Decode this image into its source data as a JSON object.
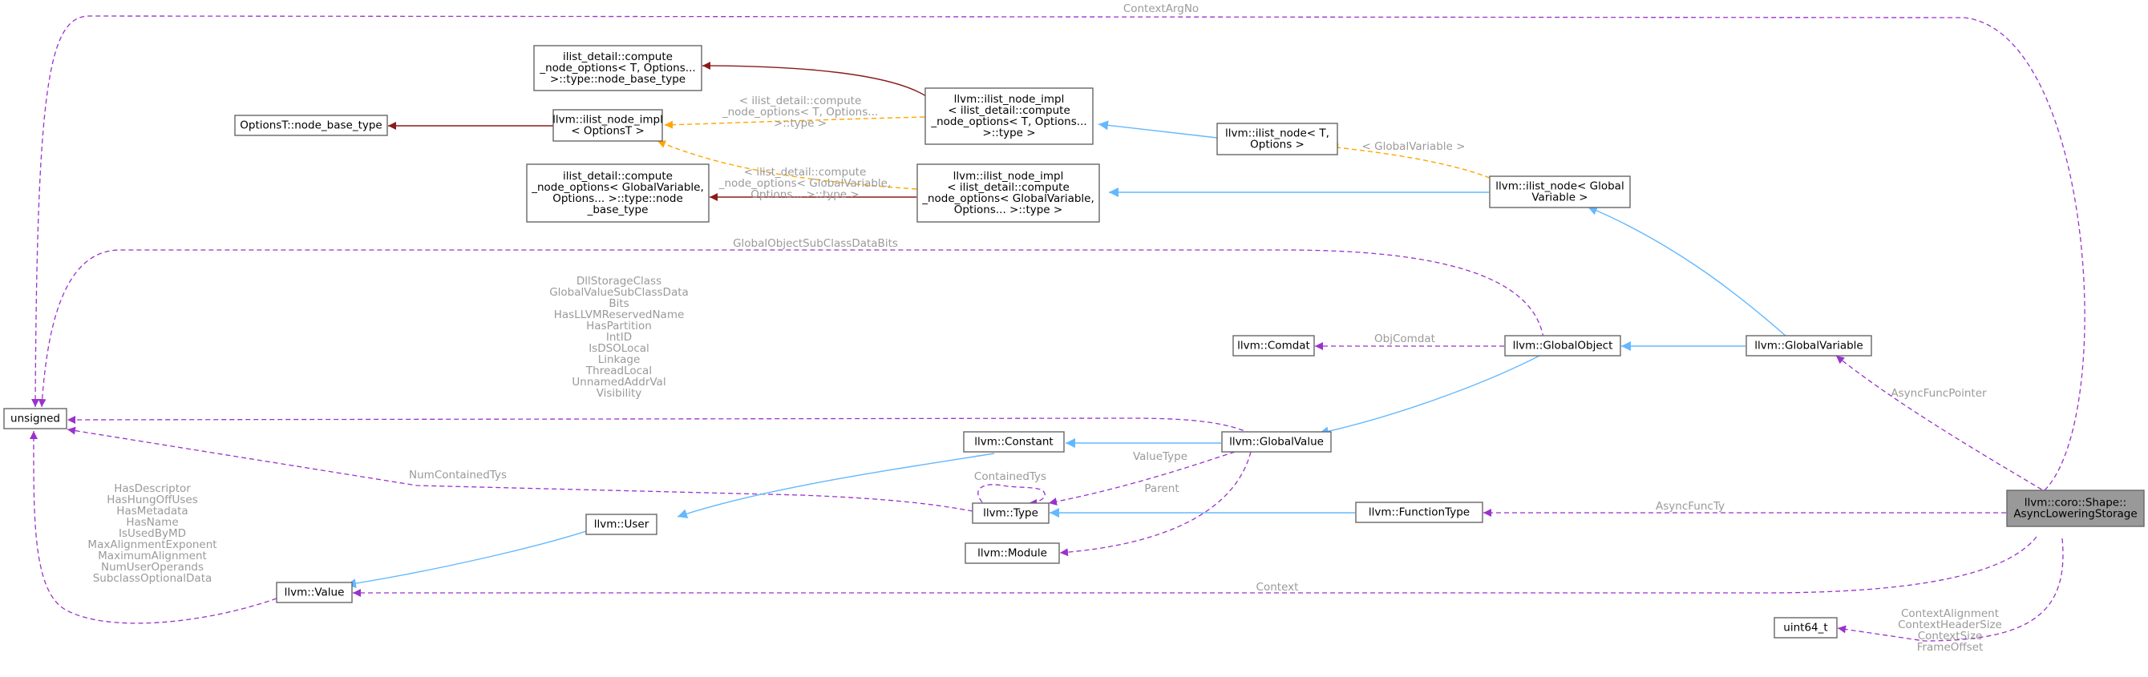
{
  "nodes": {
    "unsigned": [
      "unsigned"
    ],
    "value": [
      "llvm::Value"
    ],
    "user": [
      "llvm::User"
    ],
    "constant": [
      "llvm::Constant"
    ],
    "type": [
      "llvm::Type"
    ],
    "module": [
      "llvm::Module"
    ],
    "globalvalue": [
      "llvm::GlobalValue"
    ],
    "comdat": [
      "llvm::Comdat"
    ],
    "globalobject": [
      "llvm::GlobalObject"
    ],
    "globalvariable": [
      "llvm::GlobalVariable"
    ],
    "functiontype": [
      "llvm::FunctionType"
    ],
    "uint64": [
      "uint64_t"
    ],
    "main": [
      "llvm::coro::Shape::",
      "AsyncLoweringStorage"
    ],
    "optionst": [
      "OptionsT::node_base_type"
    ],
    "ilist_impl_opt": [
      "llvm::ilist_node_impl",
      "< OptionsT >"
    ],
    "compute_t": [
      "ilist_detail::compute",
      "_node_options< T, Options...",
      ">::type::node_base_type"
    ],
    "compute_gv": [
      "ilist_detail::compute",
      "_node_options< GlobalVariable,",
      "Options... >::type::node",
      "_base_type"
    ],
    "ilist_impl_t": [
      "llvm::ilist_node_impl",
      "< ilist_detail::compute",
      "_node_options< T, Options...",
      ">::type >"
    ],
    "ilist_impl_gv": [
      "llvm::ilist_node_impl",
      "< ilist_detail::compute",
      "_node_options< GlobalVariable,",
      "Options... >::type >"
    ],
    "ilist_node_t": [
      "llvm::ilist_node< T,",
      "Options >"
    ],
    "ilist_node_gv": [
      "llvm::ilist_node< Global",
      "Variable >"
    ]
  },
  "edge_labels": {
    "context_arg_no": [
      "ContextArgNo"
    ],
    "gobj_bits": [
      "GlobalObjectSubClassDataBits"
    ],
    "gvalue_fields": [
      "DllStorageClass",
      "GlobalValueSubClassData",
      "Bits",
      "HasLLVMReservedName",
      "HasPartition",
      "IntID",
      "IsDSOLocal",
      "Linkage",
      "ThreadLocal",
      "UnnamedAddrVal",
      "Visibility"
    ],
    "value_fields": [
      "HasDescriptor",
      "HasHungOffUses",
      "HasMetadata",
      "HasName",
      "IsUsedByMD",
      "MaxAlignmentExponent",
      "MaximumAlignment",
      "NumUserOperands",
      "SubclassOptionalData"
    ],
    "num_contained_tys": [
      "NumContainedTys"
    ],
    "contained_tys": [
      "ContainedTys"
    ],
    "value_type": [
      "ValueType"
    ],
    "parent": [
      "Parent"
    ],
    "obj_comdat": [
      "ObjComdat"
    ],
    "async_func_pointer": [
      "AsyncFuncPointer"
    ],
    "async_func_ty": [
      "AsyncFuncTy"
    ],
    "context": [
      "Context"
    ],
    "main_uint64": [
      "ContextAlignment",
      "ContextHeaderSize",
      "ContextSize",
      "FrameOffset"
    ],
    "tmpl_t": [
      "< ilist_detail::compute",
      "_node_options< T, Options...",
      ">::type >"
    ],
    "tmpl_gv": [
      "< ilist_detail::compute",
      "_node_options< GlobalVariable,",
      "Options... >::type >"
    ],
    "tmpl_globalvariable": [
      "< GlobalVariable >"
    ]
  },
  "colors": {
    "member_edge": "#9a32cd",
    "inheritance_edge": "#63b8ff",
    "contains_edge": "#8b1a1a",
    "template_edge": "#ffa500",
    "highlight_fill": "#999999",
    "label_text": "#9a9a9a"
  }
}
